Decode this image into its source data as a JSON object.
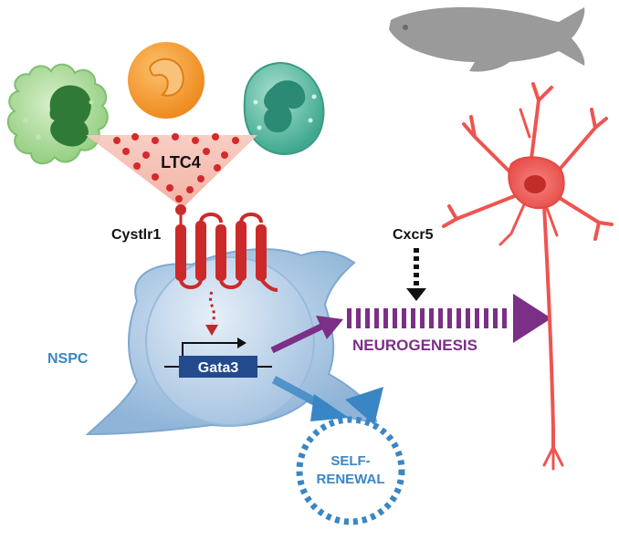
{
  "labels": {
    "ltc4": "LTC4",
    "cystlr1": "Cystlr1",
    "cxcr5": "Cxcr5",
    "nspc": "NSPC",
    "gata3": "Gata3",
    "neurogenesis": "NEUROGENESIS",
    "self_renewal_line1": "SELF-",
    "self_renewal_line2": "RENEWAL"
  },
  "colors": {
    "receptor_red": "#cc2a2a",
    "ltc4_dot_red": "#d42a2a",
    "neuro_purple": "#7b2f86",
    "nspc_blue": "#3a86c4",
    "cell_body_blue": "#a7c7e4",
    "nucleus_blue": "#c9dcef",
    "gata3_box": "#234a8c",
    "neuron_red": "#ee5450",
    "fish_gray": "#9a9a9a",
    "macrophage_green": "#7fbf6f",
    "neutrophil_orange": "#f49a2e",
    "eosinophil_teal": "#5fb9a3"
  },
  "icons": [
    "zebrafish-icon",
    "macrophage-icon",
    "neutrophil-icon",
    "eosinophil-icon",
    "neuron-icon"
  ]
}
